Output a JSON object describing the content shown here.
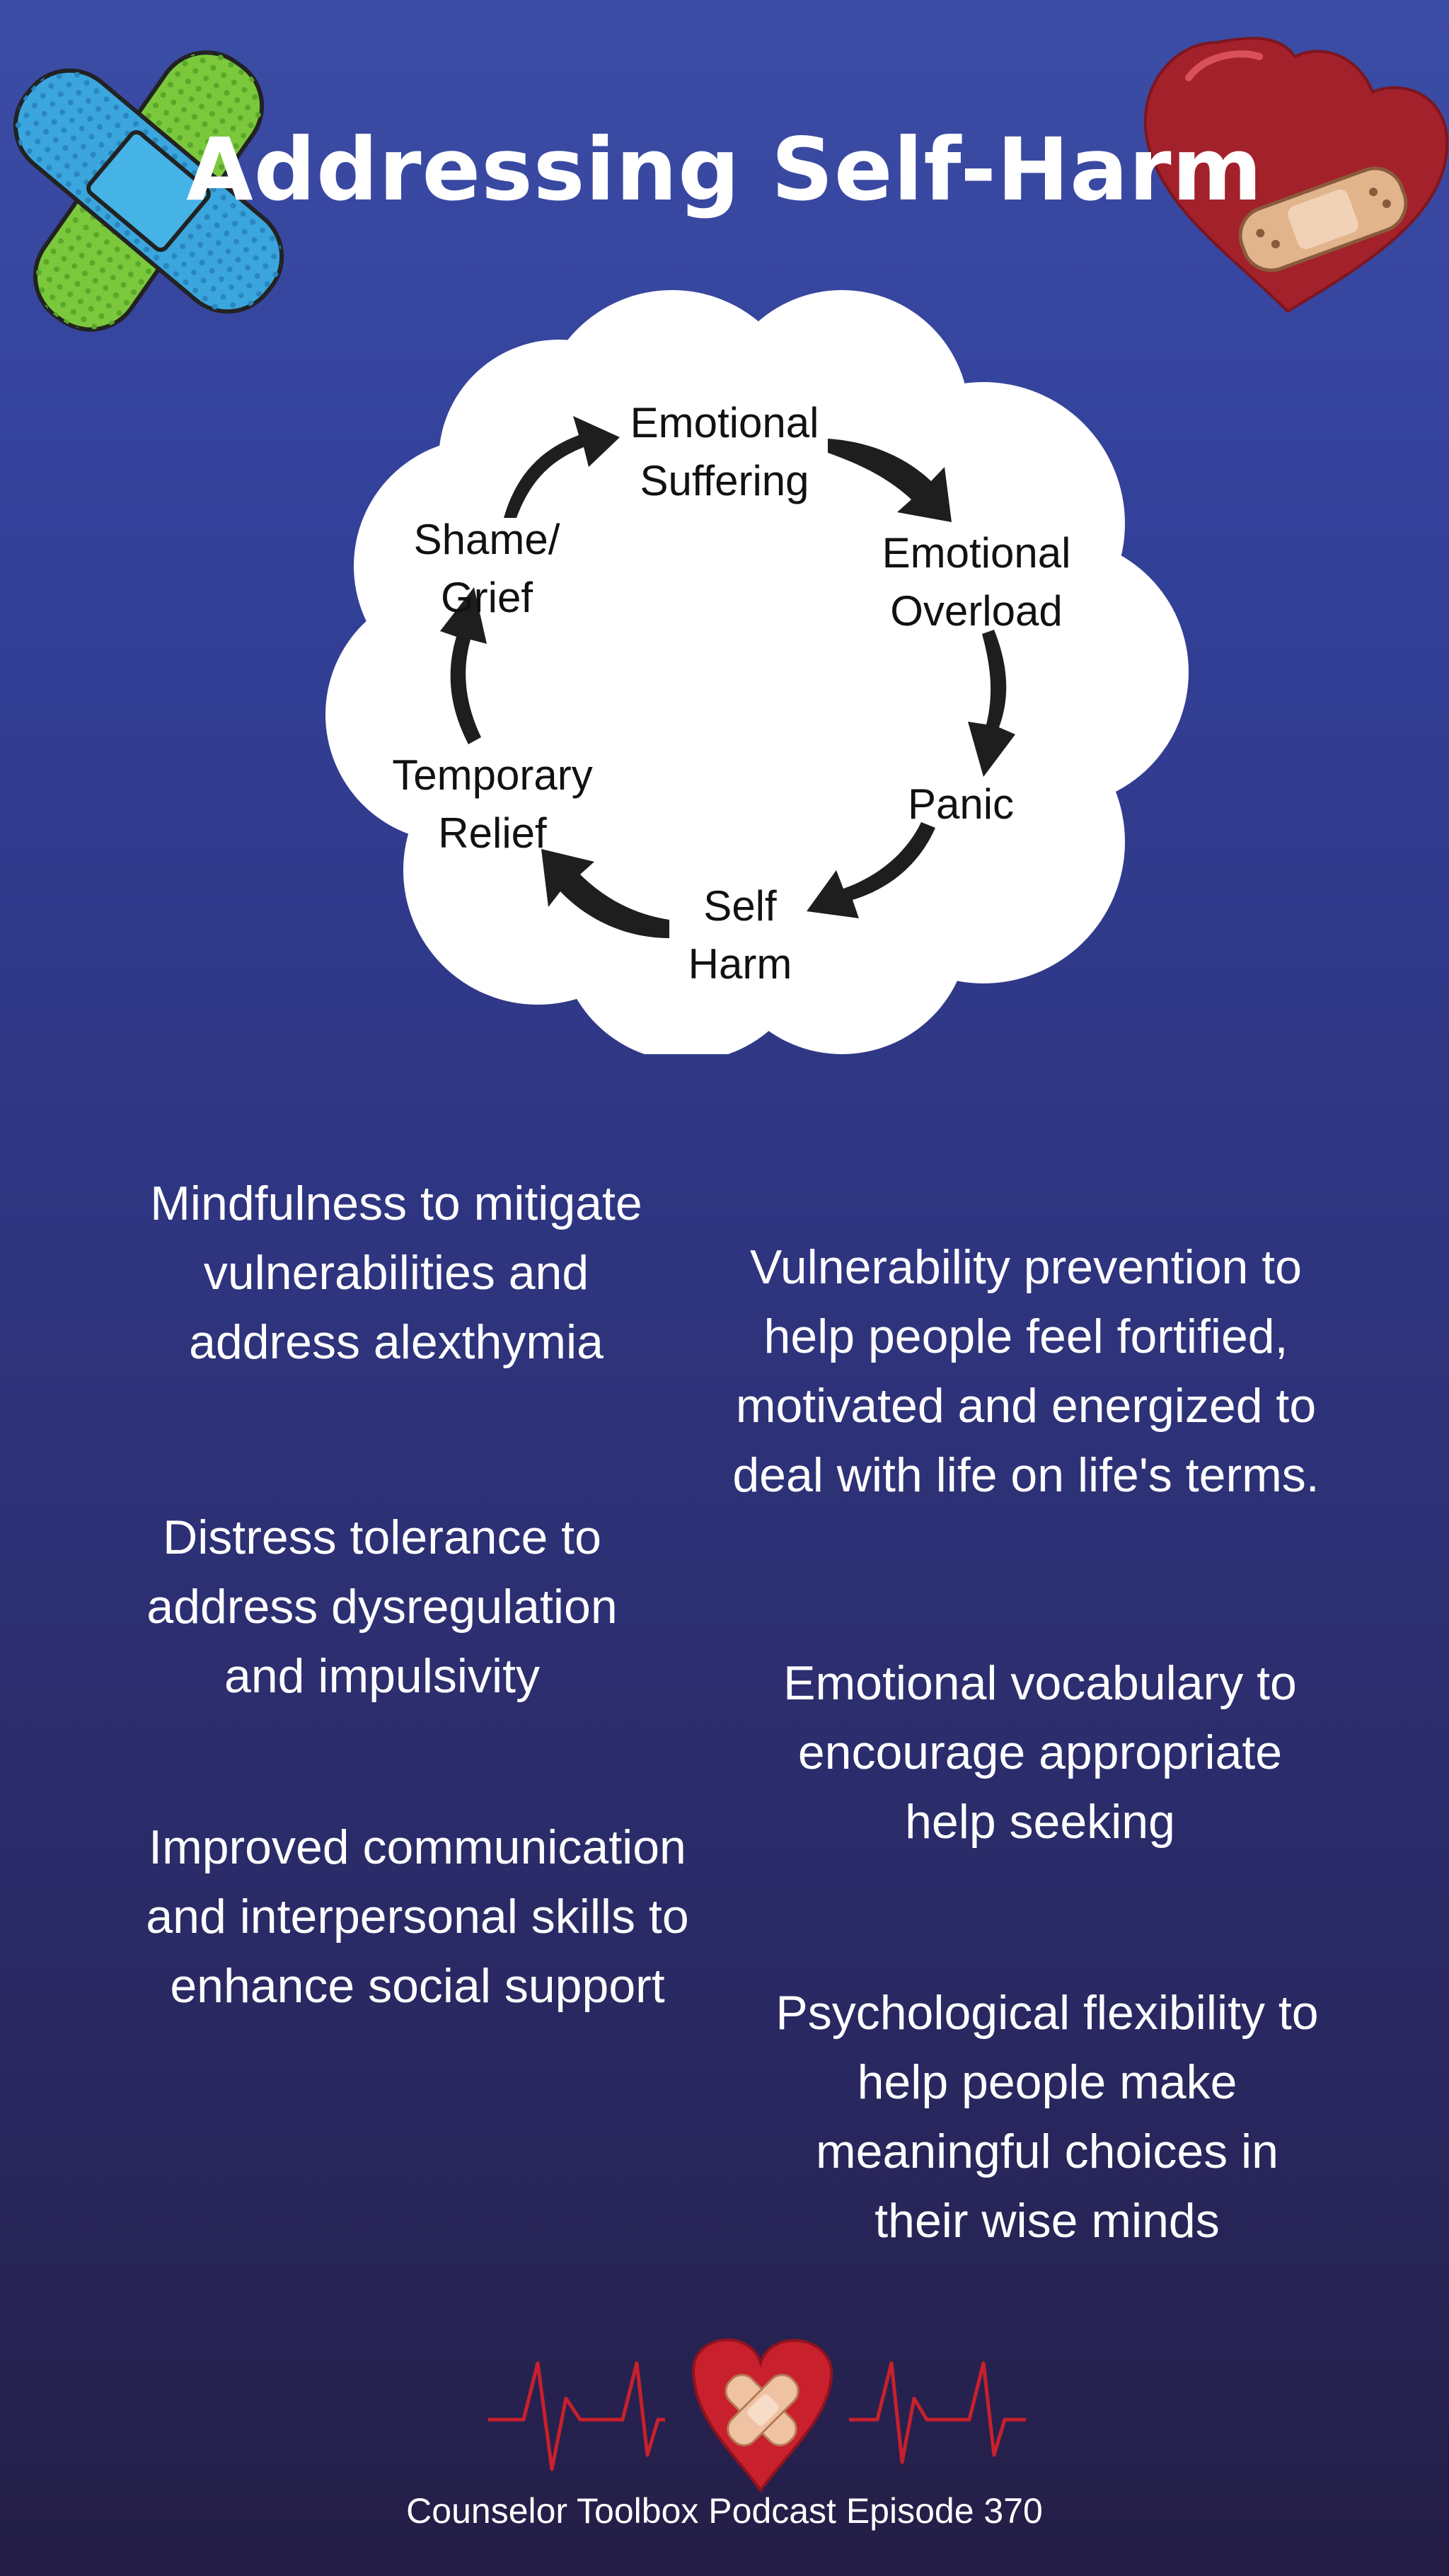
{
  "title": "Addressing Self-Harm",
  "cycle": {
    "steps": [
      {
        "id": "emotional-suffering",
        "label": "Emotional\nSuffering"
      },
      {
        "id": "emotional-overload",
        "label": "Emotional\nOverload"
      },
      {
        "id": "panic",
        "label": "Panic"
      },
      {
        "id": "self-harm",
        "label": "Self\nHarm"
      },
      {
        "id": "temporary-relief",
        "label": "Temporary\nRelief"
      },
      {
        "id": "shame-grief",
        "label": "Shame/\nGrief"
      }
    ]
  },
  "tips": {
    "left": [
      "Mindfulness to mitigate\nvulnerabilities and\naddress alexthymia",
      "Distress tolerance to\naddress dysregulation\nand impulsivity",
      "Improved communication\nand interpersonal skills to\nenhance social support"
    ],
    "right": [
      "Vulnerability prevention to\nhelp people feel fortified,\nmotivated and energized to\ndeal with life on life's terms.",
      "Emotional vocabulary to\nencourage appropriate\nhelp seeking",
      "Psychological flexibility to\nhelp people make\nmeaningful choices in\ntheir wise minds"
    ]
  },
  "footer": "Counselor Toolbox Podcast Episode 370",
  "colors": {
    "background_top": "#3c4da6",
    "background_bottom": "#241e46",
    "heart_red": "#a3212b",
    "bandage_green": "#7bc83c",
    "bandage_blue": "#3aa6dd",
    "bandage_tan": "#e2b48c",
    "heartbeat_red": "#c8202c"
  },
  "icons": [
    "crossed-bandages-icon",
    "heart-with-bandage-icon",
    "heartbeat-heart-icon"
  ]
}
